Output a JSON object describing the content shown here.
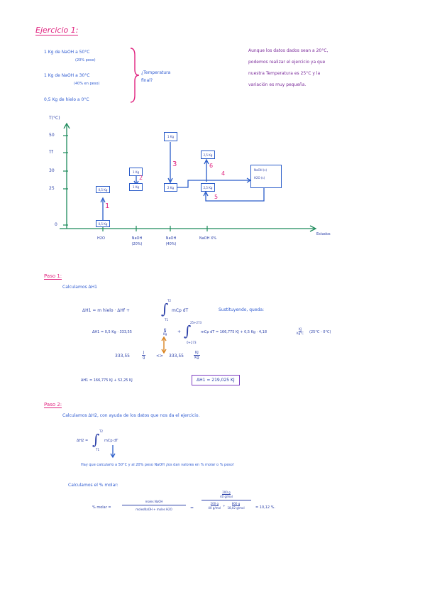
{
  "header": {
    "title": "Ejercicio 1:"
  },
  "data_list": {
    "item1_line1": "1 Kg de NaOH a 50°C",
    "item1_line2": "(20% peso)",
    "item2_line1": "1 Kg de NaOH a 30°C",
    "item2_line2": "(40% en peso)",
    "item3": "0,5 Kg de hielo a 0°C",
    "brace_note": "¿Temperatura final?"
  },
  "assumption_note": {
    "line1": "Aunque los datos dados sean a 20°C,",
    "line2": "podemos realizar el ejercicio ya que",
    "line3": "nuestra Temperatura es 25°C y la",
    "line4": "variación es muy pequeña."
  },
  "diagram": {
    "y_axis_label": "T(°C)",
    "y_ticks": [
      "50",
      "Tf",
      "30",
      "25",
      "0"
    ],
    "x_axis_label": "Estados",
    "x_ticks": [
      "H2O",
      "NaOH (20%)",
      "NaOH (40%)",
      "NaOH X%"
    ],
    "boxes": [
      "0,5 Kg",
      "0,5 Kg",
      "1 Kg",
      "1 Kg",
      "1 Kg",
      "2 Kg",
      "2,5 Kg",
      "2,5 Kg"
    ],
    "big_box_line1": "NaOH (s)",
    "big_box_line2": "H2O (s)",
    "step_labels": [
      "1",
      "2",
      "3",
      "4",
      "5",
      "6"
    ]
  },
  "paso1": {
    "heading": "Paso 1:",
    "intro": "Calculamos ΔH1",
    "eq1_left": "ΔH1 = m hielo · ΔHf +",
    "eq1_integral": "mCp dT",
    "eq1_top": "T2",
    "eq1_bottom": "T1",
    "substituting": "Sustituyendo, queda:",
    "eq2_left": "ΔH1 = 0,5 Kg · 333,55",
    "eq2_unit_num": "KJ",
    "eq2_unit_den": "Kg",
    "eq2_plus": "+",
    "eq2_top": "25+273",
    "eq2_bottom": "0+273",
    "eq2_integral": "mCp dT = 166,775 KJ + 0,5 Kg · 4,18",
    "eq2_unit2_num": "KJ",
    "eq2_unit2_den": "Kg°C",
    "eq2_tail": "(25°C - 0°C)",
    "conv_left": "333,55",
    "conv_left_num": "J",
    "conv_left_den": "g",
    "conv_mid": "<>",
    "conv_right": "333,55",
    "conv_right_num": "KJ",
    "conv_right_den": "Kg",
    "eq3": "ΔH1 = 166,775 KJ + 52,25 KJ",
    "result": "ΔH1 = 219,025 KJ"
  },
  "paso2": {
    "heading": "Paso 2:",
    "intro": "Calculamos ΔH2, con ayuda de los datos que nos da el ejercicio.",
    "eq1_left": "ΔH2 =",
    "eq1_integral": "mCp dT",
    "eq1_top": "T2",
    "eq1_bottom": "T1",
    "note": "Hay que calcularlo a 50°C y al 20% peso NaOH ¡los dan valores en % molar o % peso!",
    "calc_molar": "Calculamos el % molar:",
    "molar_left": "% molar =",
    "molar_num": "moles NaOH",
    "molar_den": "molesNaOH + moles H2O",
    "eq_sign": "=",
    "frac_num_top": "200 g",
    "frac_num_bot": "40 g/mol",
    "frac_den_a_top": "200 g",
    "frac_den_a_bot": "40 g/mol",
    "frac_plus": "+",
    "frac_den_b_top": "800 g",
    "frac_den_b_bot": "18,02 g/mol",
    "molar_result": "= 10,12 %."
  }
}
